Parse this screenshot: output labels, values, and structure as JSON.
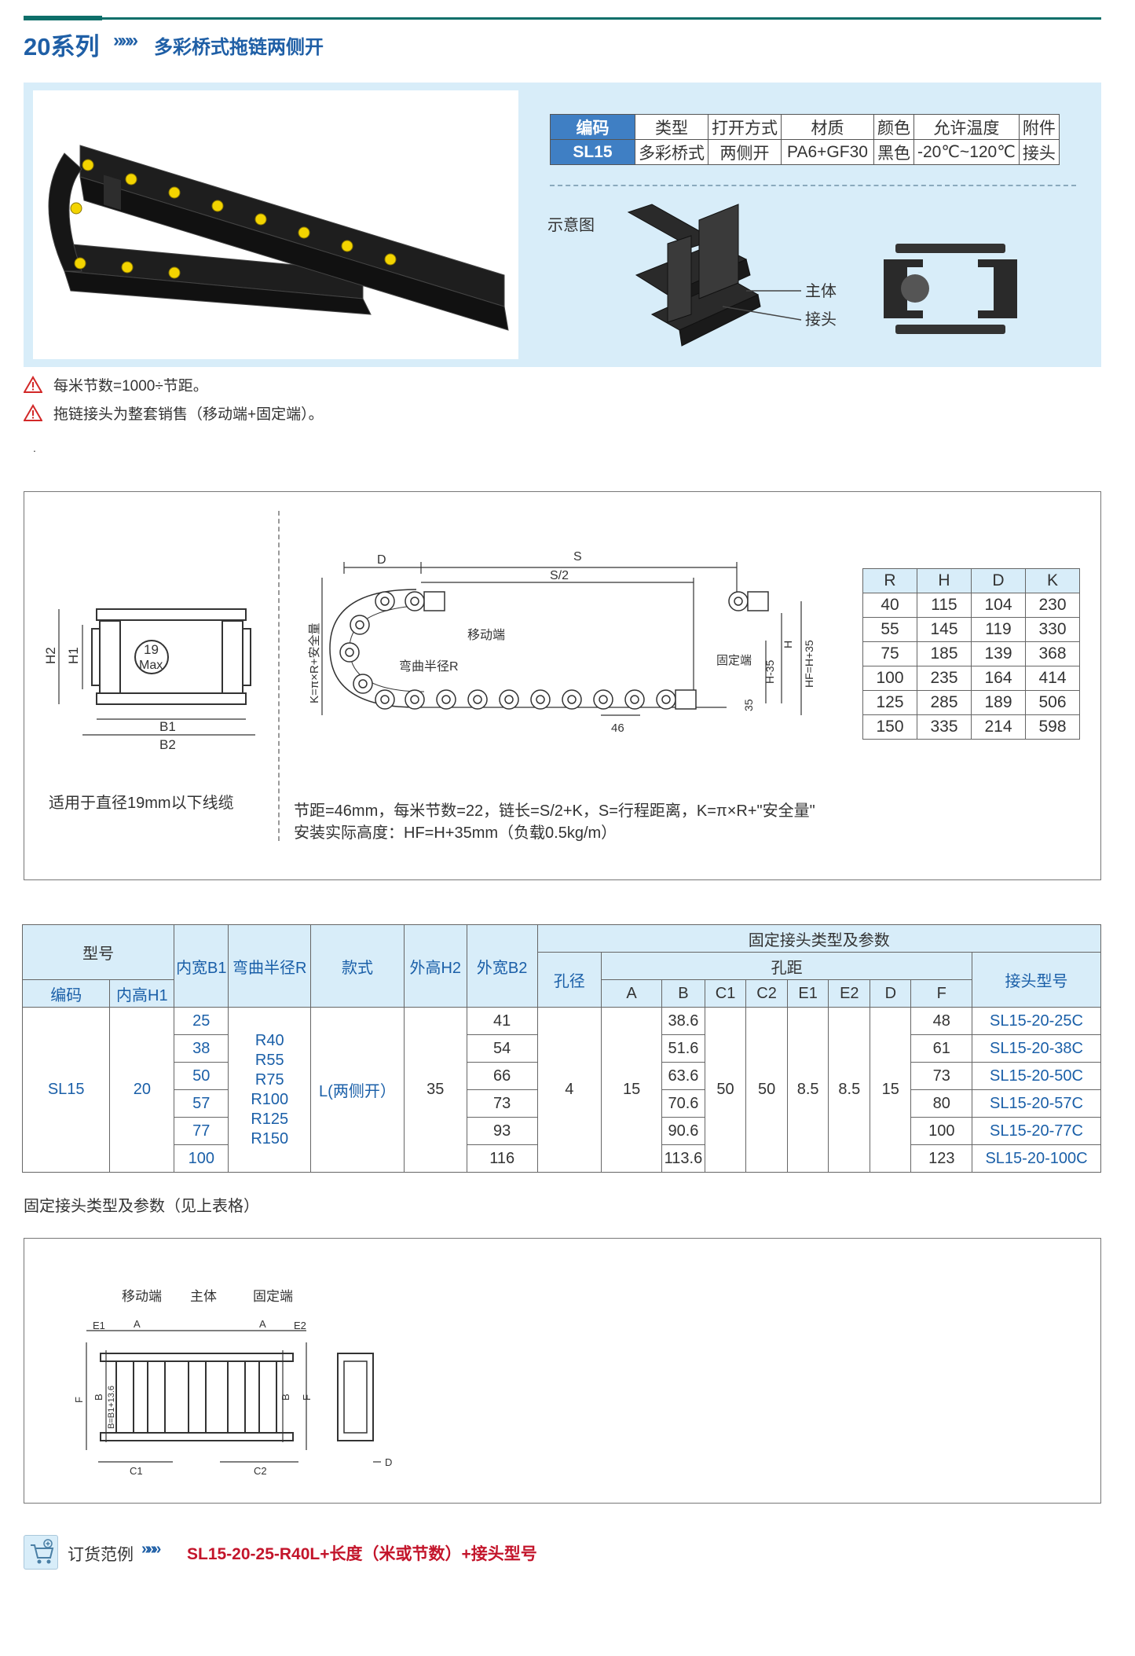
{
  "header": {
    "series": "20系列",
    "arrows": "»»»",
    "title": "多彩桥式拖链两侧开"
  },
  "spec": {
    "headers": [
      "编码",
      "类型",
      "打开方式",
      "材质",
      "颜色",
      "允许温度",
      "附件"
    ],
    "values": [
      "SL15",
      "多彩桥式",
      "两侧开",
      "PA6+GF30",
      "黑色",
      "-20℃~120℃",
      "接头"
    ]
  },
  "schematic": {
    "label": "示意图",
    "body_label": "主体",
    "joint_label": "接头"
  },
  "notes": [
    "每米节数=1000÷节距。",
    "拖链接头为整套销售（移动端+固定端）。"
  ],
  "dot_note": ".",
  "diagram1": {
    "cross_section": {
      "h2": "H2",
      "h1": "H1",
      "b1": "B1",
      "b2": "B2",
      "circle_top": "19",
      "circle_bottom": "Max"
    },
    "side_view": {
      "d": "D",
      "s": "S",
      "s_half": "S/2",
      "k_label": "K=π×R+安全量",
      "moving_end": "移动端",
      "bend_radius": "弯曲半径R",
      "fixed_end": "固定端",
      "pitch": "46",
      "h35": "35",
      "h_minus": "H-35",
      "h": "H",
      "hf": "HF=H+35"
    },
    "cable_note": "适用于直径19mm以下线缆",
    "line1": "节距=46mm，每米节数=22，链长=S/2+K，S=行程距离，K=π×R+\"安全量\"",
    "line2": "安装实际高度：HF=H+35mm（负载0.5kg/m）"
  },
  "rh_table": {
    "headers": [
      "R",
      "H",
      "D",
      "K"
    ],
    "rows": [
      [
        "40",
        "115",
        "104",
        "230"
      ],
      [
        "55",
        "145",
        "119",
        "330"
      ],
      [
        "75",
        "185",
        "139",
        "368"
      ],
      [
        "100",
        "235",
        "164",
        "414"
      ],
      [
        "125",
        "285",
        "189",
        "506"
      ],
      [
        "150",
        "335",
        "214",
        "598"
      ]
    ]
  },
  "main_table": {
    "h_model": "型号",
    "h_code": "编码",
    "h_inner_h": "内高H1",
    "h_inner_w": "内宽B1",
    "h_bend": "弯曲半径R",
    "h_style": "款式",
    "h_outer_h": "外高H2",
    "h_outer_w": "外宽B2",
    "h_fixed": "固定接头类型及参数",
    "h_hole": "孔径",
    "h_pitch": "孔距",
    "h_cols": [
      "A",
      "B",
      "C1",
      "C2",
      "E1",
      "E2",
      "D",
      "F"
    ],
    "h_joint": "接头型号",
    "code": "SL15",
    "inner_h": "20",
    "bend": [
      "R40",
      "R55",
      "R75",
      "R100",
      "R125",
      "R150"
    ],
    "style": "L(两侧开）",
    "outer_h": "35",
    "hole": "4",
    "a": "15",
    "c1": "50",
    "c2": "50",
    "e1": "8.5",
    "e2": "8.5",
    "d": "15",
    "rows": [
      {
        "b1": "25",
        "b2": "41",
        "b": "38.6",
        "f": "48",
        "joint": "SL15-20-25C"
      },
      {
        "b1": "38",
        "b2": "54",
        "b": "51.6",
        "f": "61",
        "joint": "SL15-20-38C"
      },
      {
        "b1": "50",
        "b2": "66",
        "b": "63.6",
        "f": "73",
        "joint": "SL15-20-50C"
      },
      {
        "b1": "57",
        "b2": "73",
        "b": "70.6",
        "f": "80",
        "joint": "SL15-20-57C"
      },
      {
        "b1": "77",
        "b2": "93",
        "b": "90.6",
        "f": "100",
        "joint": "SL15-20-77C"
      },
      {
        "b1": "100",
        "b2": "116",
        "b": "113.6",
        "f": "123",
        "joint": "SL15-20-100C"
      }
    ]
  },
  "fixed_label": "固定接头类型及参数（见上表格）",
  "diagram2": {
    "moving": "移动端",
    "body": "主体",
    "fixed": "固定端",
    "e1": "E1",
    "a": "A",
    "e2": "E2",
    "f": "F",
    "b": "B",
    "b_formula": "B=B1+13.6",
    "c1": "C1",
    "c2": "C2",
    "d": "D"
  },
  "order": {
    "label": "订货范例",
    "arrows": "»»»",
    "code": "SL15-20-25-R40L+长度（米或节数）+接头型号"
  }
}
